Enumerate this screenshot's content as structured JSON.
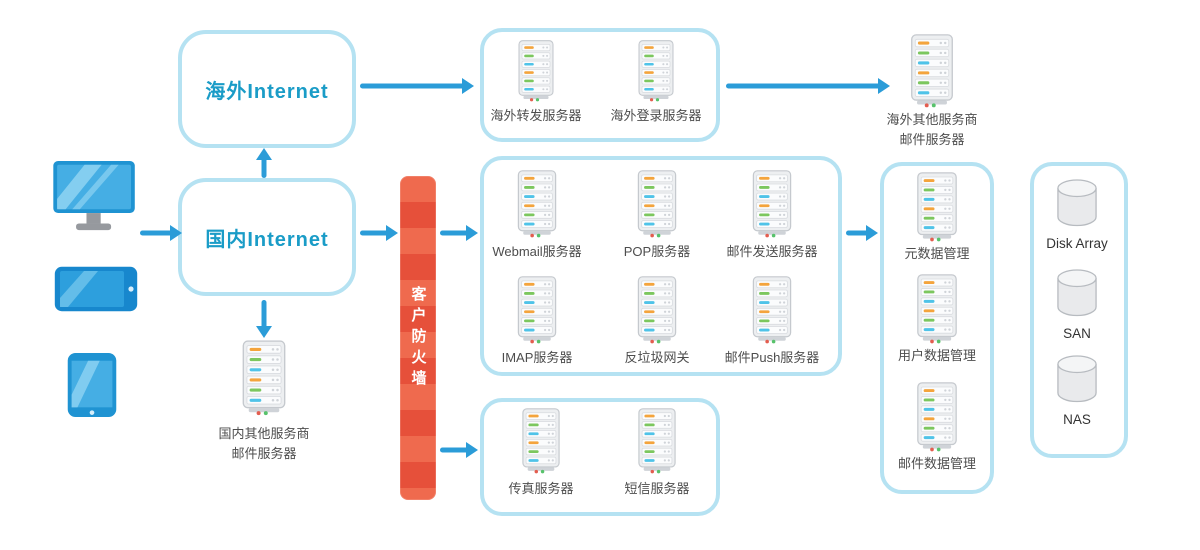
{
  "colors": {
    "accent_blue": "#2b9cd8",
    "box_border": "#b5e2f2",
    "internet_text": "#1a9cc7",
    "firewall_red": "#e6503a",
    "label_text": "#4d4d4d",
    "device_blue": "#1f93d2",
    "stripe_orange": "#f4a43c",
    "stripe_green": "#7cc75e",
    "stripe_cyan": "#4fc3e8"
  },
  "icons": {
    "clients": [
      "desktop-monitor-icon",
      "tablet-icon",
      "smartphone-icon"
    ],
    "server": "server-rack-icon",
    "storage": "disk-cylinder-icon"
  },
  "internet": {
    "overseas": "海外Internet",
    "domestic": "国内Internet"
  },
  "firewall": {
    "label": "客户防火墙"
  },
  "standalone": {
    "overseas_other": "海外其他服务商\n邮件服务器",
    "domestic_other": "国内其他服务商\n邮件服务器"
  },
  "groups": {
    "overseas": {
      "servers": [
        "海外转发服务器",
        "海外登录服务器"
      ]
    },
    "core": {
      "servers": [
        "Webmail服务器",
        "POP服务器",
        "邮件发送服务器",
        "IMAP服务器",
        "反垃圾网关",
        "邮件Push服务器"
      ]
    },
    "messaging": {
      "servers": [
        "传真服务器",
        "短信服务器"
      ]
    },
    "data": {
      "servers": [
        "元数据管理",
        "用户数据管理",
        "邮件数据管理"
      ]
    },
    "storage": {
      "devices": [
        "Disk Array",
        "SAN",
        "NAS"
      ]
    }
  }
}
